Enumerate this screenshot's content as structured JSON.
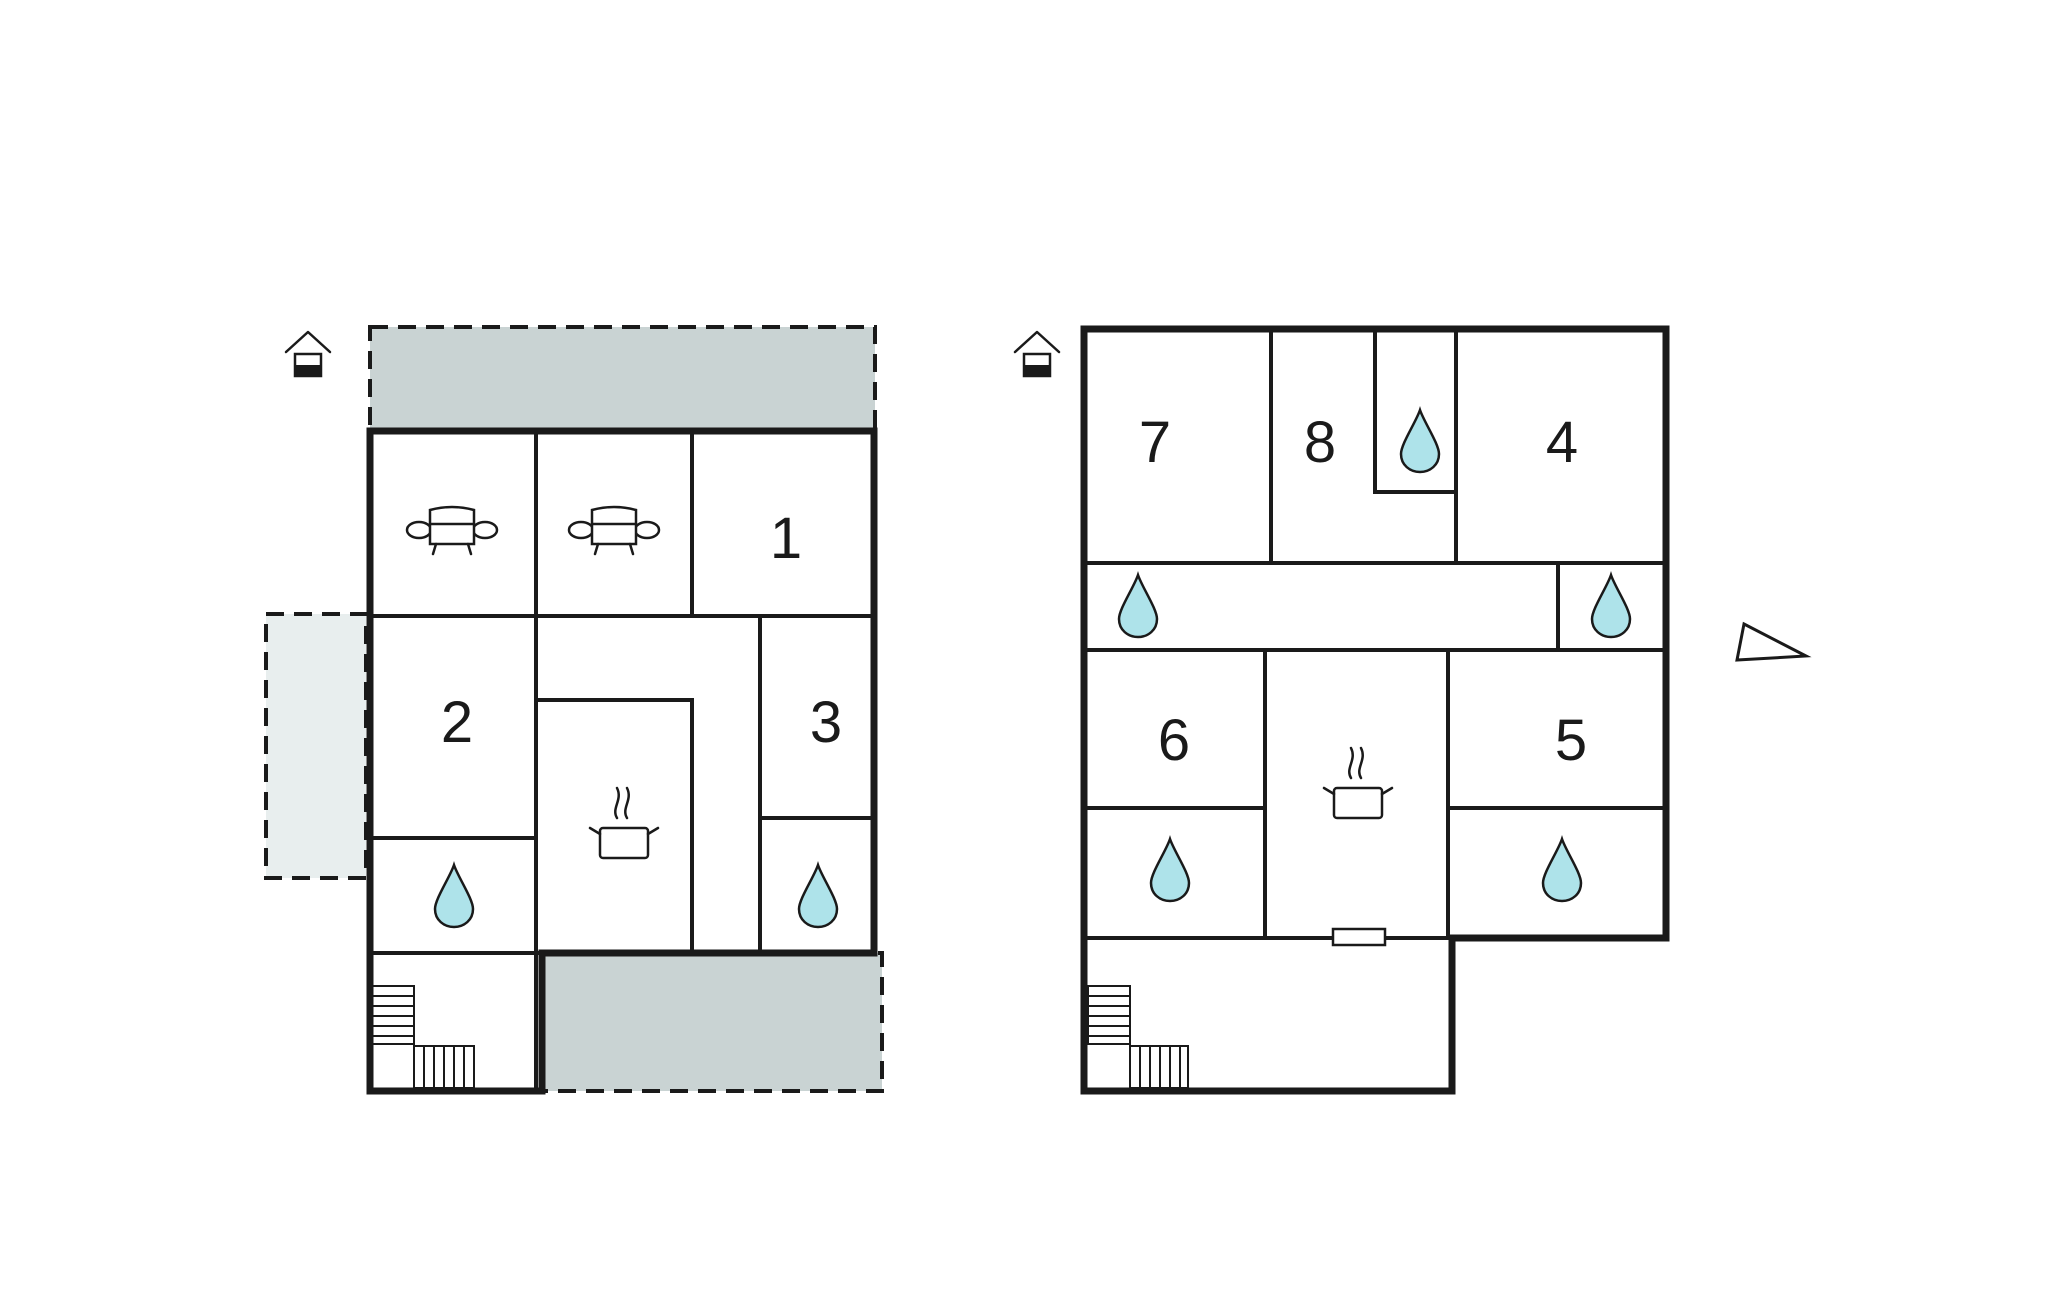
{
  "floors": [
    {
      "name": "",
      "rooms": [
        {
          "number": "1",
          "type": "bedroom"
        },
        {
          "number": "2",
          "type": "bedroom"
        },
        {
          "number": "3",
          "type": "bedroom"
        }
      ],
      "icons": [
        "entrance-icon",
        "sofa-icon",
        "sofa-icon",
        "kitchen-pot-icon",
        "water-drop-icon",
        "water-drop-icon",
        "stairs-icon"
      ],
      "outdoor_areas": [
        "terrace",
        "terrace",
        "terrace"
      ]
    },
    {
      "name": "",
      "rooms": [
        {
          "number": "7",
          "type": "bedroom"
        },
        {
          "number": "8",
          "type": "bedroom"
        },
        {
          "number": "4",
          "type": "bedroom"
        },
        {
          "number": "6",
          "type": "bedroom"
        },
        {
          "number": "5",
          "type": "bedroom"
        }
      ],
      "icons": [
        "entrance-icon",
        "water-drop-icon",
        "water-drop-icon",
        "water-drop-icon",
        "water-drop-icon",
        "water-drop-icon",
        "kitchen-pot-icon",
        "stairs-icon"
      ]
    }
  ],
  "labels": {
    "room1": "1",
    "room2": "2",
    "room3": "3",
    "room4": "4",
    "room5": "5",
    "room6": "6",
    "room7": "7",
    "room8": "8"
  },
  "compass": "north-arrow-icon",
  "colors": {
    "wall": "#1a1a1a",
    "terrace": "#c9d3d3",
    "terrace_light": "#e8eeee",
    "water": "#aee3ea",
    "background": "#ffffff"
  }
}
